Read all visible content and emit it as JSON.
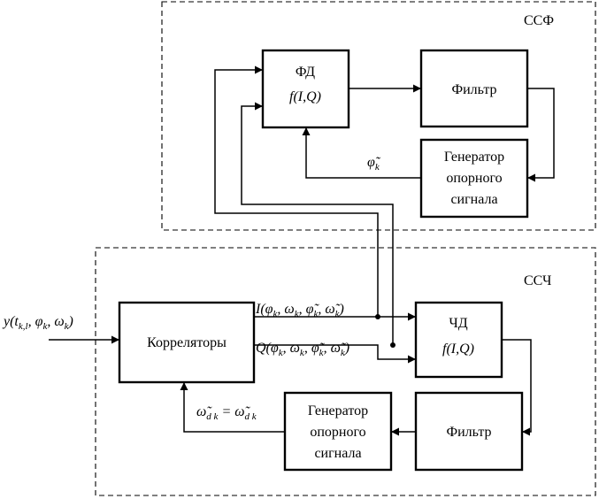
{
  "regions": {
    "ssf": "ССФ",
    "ssch": "ССЧ"
  },
  "blocks": {
    "fd": {
      "name": "ФД",
      "func": "f(I,Q)"
    },
    "filter_top": "Фильтр",
    "generator_top": [
      "Генератор",
      "опорного",
      "сигнала"
    ],
    "correlators": "Корреляторы",
    "chd": {
      "name": "ЧД",
      "func": "f(I,Q)"
    },
    "filter_bottom": "Фильтр",
    "generator_bottom": [
      "Генератор",
      "опорного",
      "сигнала"
    ]
  },
  "signals": {
    "input": "y(t_{k,l}, φ_k, ω_k)",
    "i_signal": "I(φ_k, ω_k, φ̃_k, ω̃_k)",
    "q_signal": "Q(φ_k, ω_k, φ̃_k, ω̃_k)",
    "phase_estimate": "φ̃_k",
    "freq_estimate": "ω̃_{d k} = ω̃_{d k}"
  }
}
